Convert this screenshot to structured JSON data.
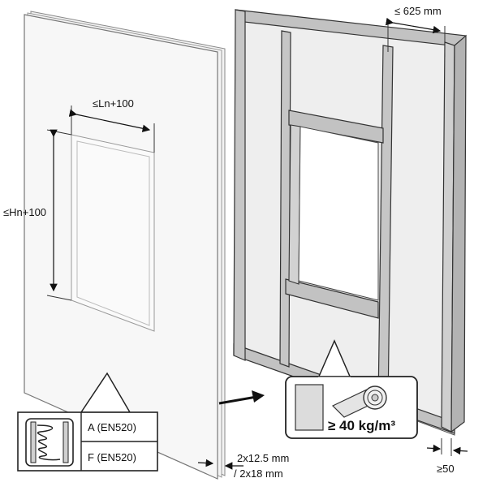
{
  "labels": {
    "opening_width": "≤Ln+100",
    "opening_height": "≤Hn+100",
    "stud_spacing": "≤ 625 mm",
    "board_thickness_line1": "2x12.5 mm",
    "board_thickness_line2": "/ 2x18 mm",
    "profile_width": "≥50",
    "insulation_density": "≥ 40 kg/m³"
  },
  "classification_table": {
    "rows": [
      "A (EN520)",
      "F (EN520)"
    ]
  },
  "colors": {
    "line": "#2b2b2b",
    "board_fill": "#f6f6f6",
    "frame_fill": "#bdbdbd",
    "panel_fill": "#e8e8e8"
  }
}
